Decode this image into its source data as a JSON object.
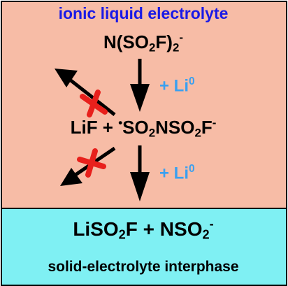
{
  "title": "ionic liquid electrolyte",
  "anion": {
    "pre": "N(SO",
    "sub1": "2",
    "mid": "F)",
    "sub2": "2",
    "sup": "-"
  },
  "reagent": {
    "text": "+ Li",
    "sup": "0"
  },
  "intermediate": {
    "pre": "LiF + ",
    "dot": "•",
    "a": "SO",
    "sub1": "2",
    "b": "NSO",
    "sub2": "2",
    "c": "F",
    "sup": "-"
  },
  "products": {
    "a": "LiSO",
    "sub1": "2",
    "b": "F + NSO",
    "sub2": "2",
    "sup": "-"
  },
  "interphase_label": "solid-electrolyte interphase",
  "colors": {
    "electrolyte_bg": "#f7bca6",
    "interphase_bg": "#7ff0f3",
    "title": "#1a1ae6",
    "reagent": "#3aa0f0",
    "blocked_mark": "#e8201c",
    "arrow": "#000000"
  },
  "icons": [
    "down-arrow",
    "blocked-arrow",
    "cross-mark"
  ]
}
